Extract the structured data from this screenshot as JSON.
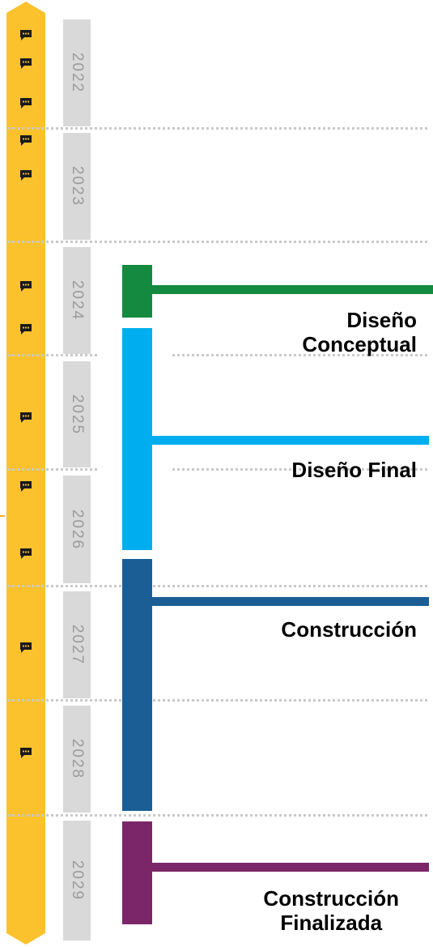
{
  "years": [
    "2022",
    "2023",
    "2024",
    "2025",
    "2026",
    "2027",
    "2028",
    "2029"
  ],
  "phases": [
    {
      "label_lines": [
        "Diseño",
        "Conceptual"
      ],
      "color": "#138a3f"
    },
    {
      "label_lines": [
        "Diseño Final"
      ],
      "color": "#00aeef"
    },
    {
      "label_lines": [
        "Construcción"
      ],
      "color": "#1b5e96"
    },
    {
      "label_lines": [
        "Construcción",
        "Finalizada"
      ],
      "color": "#7b2669"
    }
  ],
  "timeline_color": "#fbc22d",
  "marker_icon": "chat-bubble-icon",
  "marker_icon_color": "#1a1a1a",
  "marker_count": 12,
  "divider_color": "#c9c9c9",
  "year_cell_color": "#d9d9d9"
}
